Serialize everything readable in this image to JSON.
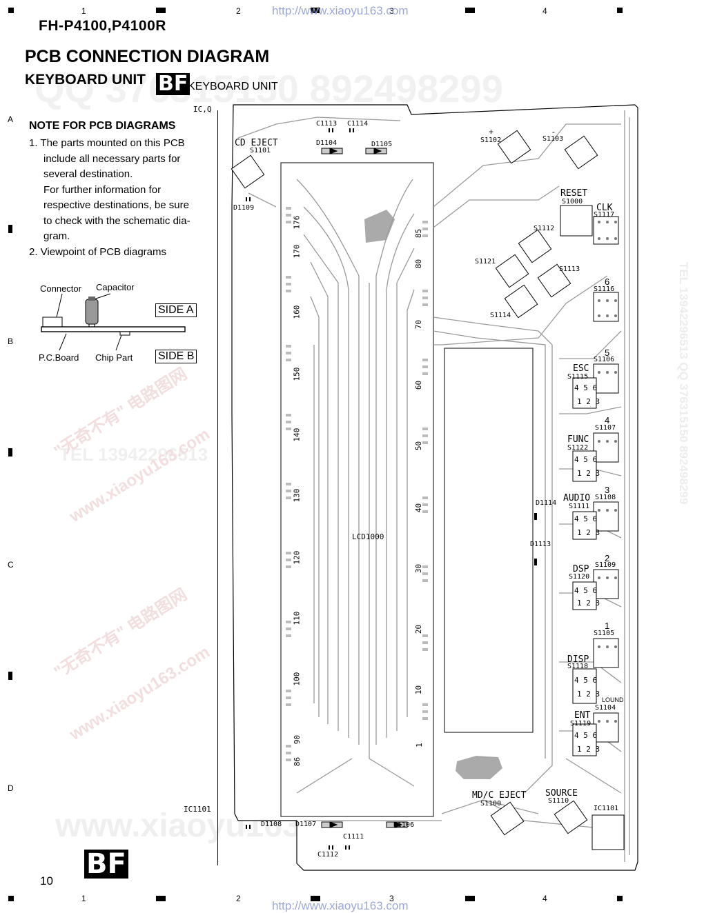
{
  "header": {
    "url_top": "http://www.xiaoyu163.com",
    "model": "FH-P4100,P4100R",
    "title": "PCB CONNECTION DIAGRAM",
    "subtitle": "KEYBOARD UNIT",
    "unit_code": "BF",
    "unit_label": "KEYBOARD UNIT"
  },
  "grid": {
    "columns": [
      "1",
      "2",
      "3",
      "4"
    ],
    "rows": [
      "A",
      "B",
      "C",
      "D"
    ]
  },
  "note": {
    "heading": "NOTE FOR PCB DIAGRAMS",
    "item1_lines": [
      "1. The parts mounted on this PCB",
      "include all necessary parts for",
      "several destination.",
      "For further information for",
      "respective destinations, be sure",
      "to check with the schematic dia-",
      "gram."
    ],
    "item2": "2. Viewpoint of PCB diagrams"
  },
  "viewpoint_diagram": {
    "connector": "Connector",
    "capacitor": "Capacitor",
    "board": "P.C.Board",
    "chip": "Chip Part",
    "side_a": "SIDE A",
    "side_b": "SIDE B"
  },
  "pcb": {
    "corner_label": "IC,Q",
    "ic_label_left": "IC1101",
    "lcd": "LCD1000",
    "cd_eject": "CD EJECT",
    "s1101": "S1101",
    "d1109": "D1109",
    "c1113": "C1113",
    "c1114": "C1114",
    "d1104": "D1104",
    "d1105": "D1105",
    "s1102": "S1102",
    "s1103": "S1103",
    "plus": "+",
    "minus": "-",
    "reset": "RESET",
    "s1000": "S1000",
    "clk": "CLK",
    "s1117": "S1117",
    "s1112": "S1112",
    "s1121": "S1121",
    "s1113": "S1113",
    "s1114": "S1114",
    "six": "6",
    "s1116": "S1116",
    "five": "5",
    "esc": "ESC",
    "s1115": "S1115",
    "s1106": "S1106",
    "four": "4",
    "func": "FUNC",
    "s1107": "S1107",
    "s1122": "S1122",
    "three": "3",
    "audio": "AUDIO",
    "s1108": "S1108",
    "s1111": "S1111",
    "d1114": "D1114",
    "d1113": "D1113",
    "two": "2",
    "dsp": "DSP",
    "s1109": "S1109",
    "s1120": "S1120",
    "one": "1",
    "s1105": "S1105",
    "disp": "DISP",
    "s1118": "S1118",
    "lound": "LOUND",
    "ent": "ENT",
    "s1104": "S1104",
    "s1119": "S1119",
    "mdc_eject": "MD/C EJECT",
    "s1100": "S1100",
    "source": "SOURCE",
    "s1110": "S1110",
    "ic1101": "IC1101",
    "d1108": "D1108",
    "d1107": "D1107",
    "d1106": "D1106",
    "c1111": "C1111",
    "c1112": "C1112",
    "pins_left": [
      "176",
      "170",
      "160",
      "150",
      "140",
      "130",
      "120",
      "110",
      "100",
      "90",
      "86"
    ],
    "pins_right": [
      "85",
      "80",
      "70",
      "60",
      "50",
      "40",
      "30",
      "20",
      "10",
      "1"
    ],
    "btn_123": "1 2 3",
    "btn_456": "4 5 6"
  },
  "watermarks": {
    "qq": "QQ 376315150   892498299",
    "tel": "TEL 13942296513",
    "cn": "\"无奇不有\" 电路图网",
    "www": "www.xiaoyu163.com",
    "side_vertical": "TEL 13942296513  QQ 376315150  892498299"
  },
  "footer": {
    "page": "10",
    "unit_code": "BF",
    "url_bottom": "http://www.xiaoyu163.com"
  }
}
